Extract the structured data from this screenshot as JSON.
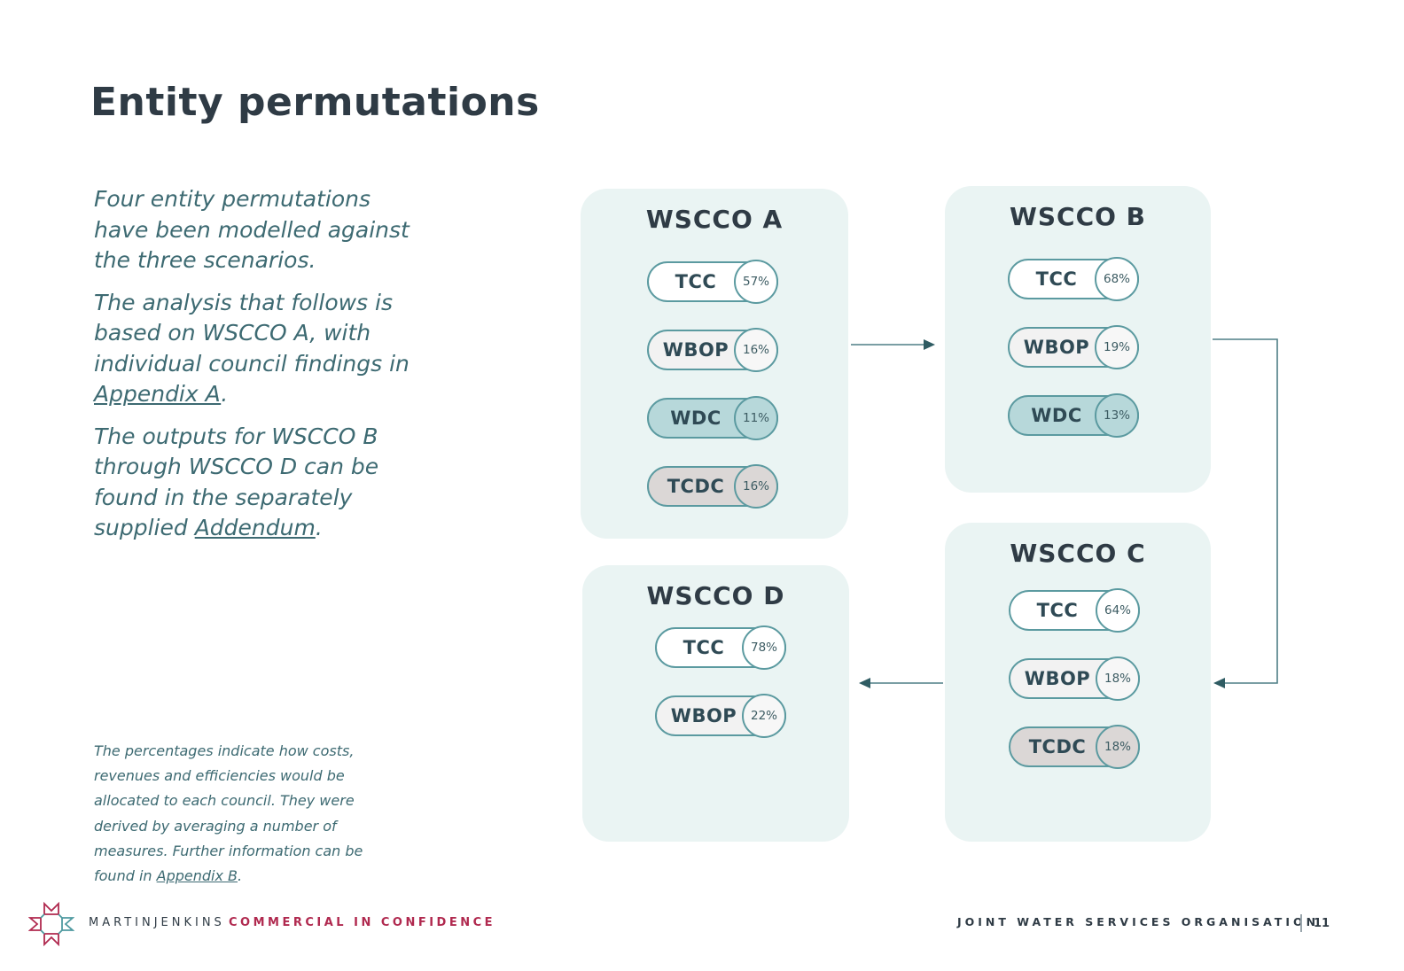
{
  "page": {
    "title": "Entity permutations",
    "paragraph1": "Four entity permutations have been modelled against the three scenarios.",
    "paragraph2_prefix": "The analysis that follows is based on WSCCO A, with individual council findings in ",
    "paragraph2_link": "Appendix A",
    "paragraph2_suffix": ".",
    "paragraph3_prefix": "The outputs for WSCCO B through WSCCO D can be found in the separately supplied ",
    "paragraph3_link": "Addendum",
    "paragraph3_suffix": ".",
    "note_prefix": "The percentages indicate how costs, revenues and efficiencies would be allocated to each council. They were derived by averaging a number of measures. Further information can be found in ",
    "note_link": "Appendix B",
    "note_suffix": "."
  },
  "diagram": {
    "wscco_a": {
      "title": "WSCCO A",
      "entities": [
        {
          "label": "TCC",
          "pct": "57%",
          "style": "white"
        },
        {
          "label": "WBOP",
          "pct": "16%",
          "style": "light"
        },
        {
          "label": "WDC",
          "pct": "11%",
          "style": "teal"
        },
        {
          "label": "TCDC",
          "pct": "16%",
          "style": "beige"
        }
      ]
    },
    "wscco_b": {
      "title": "WSCCO B",
      "entities": [
        {
          "label": "TCC",
          "pct": "68%",
          "style": "white"
        },
        {
          "label": "WBOP",
          "pct": "19%",
          "style": "light"
        },
        {
          "label": "WDC",
          "pct": "13%",
          "style": "teal"
        }
      ]
    },
    "wscco_c": {
      "title": "WSCCO C",
      "entities": [
        {
          "label": "TCC",
          "pct": "64%",
          "style": "white"
        },
        {
          "label": "WBOP",
          "pct": "18%",
          "style": "light"
        },
        {
          "label": "TCDC",
          "pct": "18%",
          "style": "beige"
        }
      ]
    },
    "wscco_d": {
      "title": "WSCCO D",
      "entities": [
        {
          "label": "TCC",
          "pct": "78%",
          "style": "white"
        },
        {
          "label": "WBOP",
          "pct": "22%",
          "style": "light"
        }
      ]
    }
  },
  "footer": {
    "brand": "MARTINJENKINS",
    "confidential": "COMMERCIAL IN CONFIDENCE",
    "organisation": "JOINT WATER SERVICES ORGANISATION",
    "page_number": "11"
  },
  "colors": {
    "accent": "#5b9aa0",
    "panel": "#eaf4f3",
    "brand_red": "#b0294f"
  }
}
